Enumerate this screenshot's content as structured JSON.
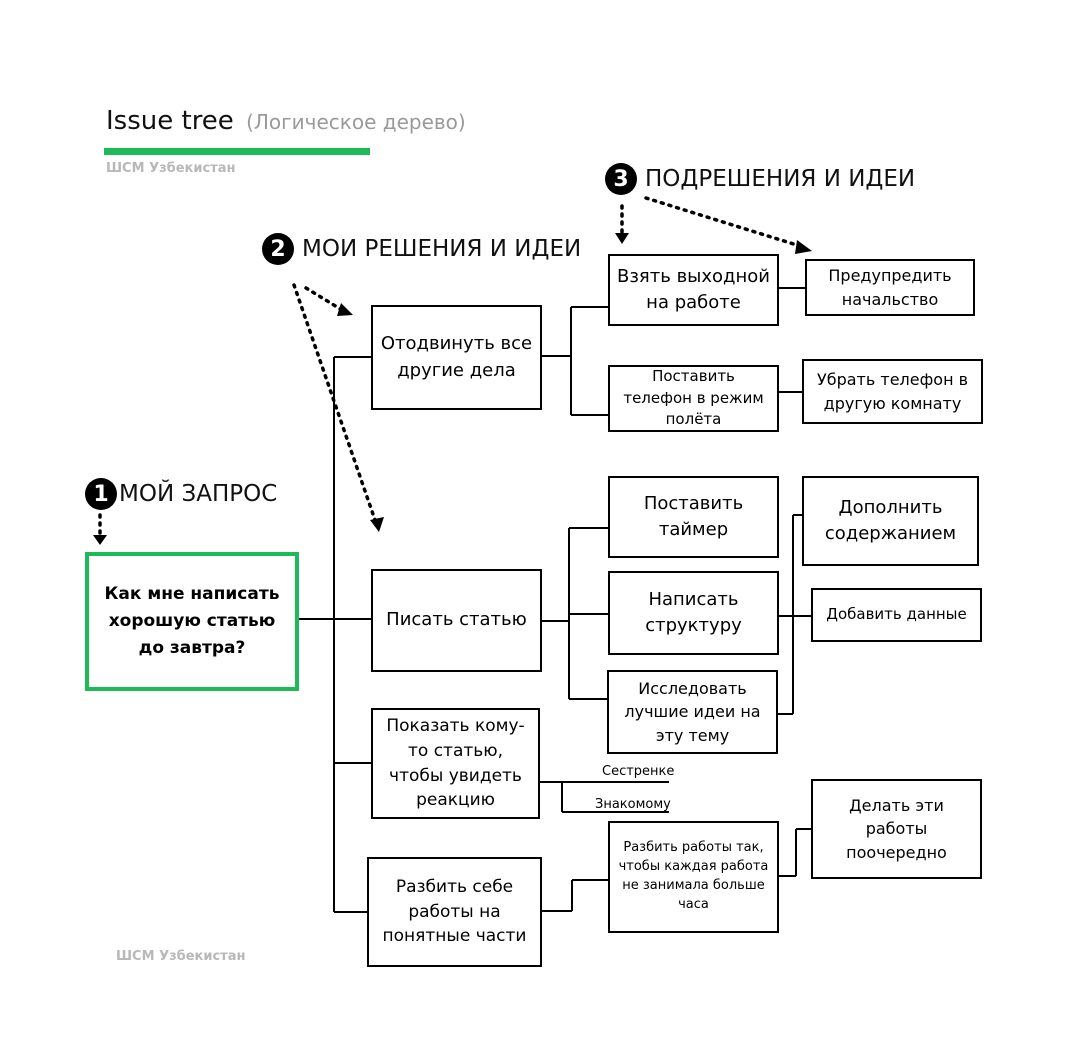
{
  "header": {
    "title": "Issue tree",
    "subtitle": "(Логическое дерево)",
    "org": "ШСМ Узбекистан"
  },
  "footer": {
    "org": "ШСМ Узбекистан"
  },
  "colors": {
    "accent": "#1dbb58",
    "line": "#000000",
    "watermark": "#b8b8b8"
  },
  "sections": {
    "s1": {
      "number": "1",
      "label": "МОЙ ЗАПРОС"
    },
    "s2": {
      "number": "2",
      "label": "МОИ РЕШЕНИЯ И ИДЕИ"
    },
    "s3": {
      "number": "3",
      "label": "ПОДРЕШЕНИЯ И ИДЕИ"
    }
  },
  "nodes": {
    "root": "Как мне написать хорошую статью до завтра?",
    "push_aside": "Отодвинуть все другие дела",
    "day_off": "Взять выходной на работе",
    "warn_boss": "Предупредить начальство",
    "airplane": "Поставить телефон в режим полёта",
    "phone_room": "Убрать телефон в другую комнату",
    "write": "Писать статью",
    "timer": "Поставить таймер",
    "structure": "Написать структуру",
    "research": "Исследовать лучшие идеи на эту тему",
    "add_content": "Дополнить содержанием",
    "add_data": "Добавить данные",
    "show": "Показать кому-то статью, чтобы увидеть реакцию",
    "sister": "Сестренке",
    "friend": "Знакомому",
    "split": "Разбить себе работы на понятные части",
    "split_hour": "Разбить работы так, чтобы каждая работа не занимала больше часа",
    "sequential": "Делать эти работы поочередно"
  }
}
